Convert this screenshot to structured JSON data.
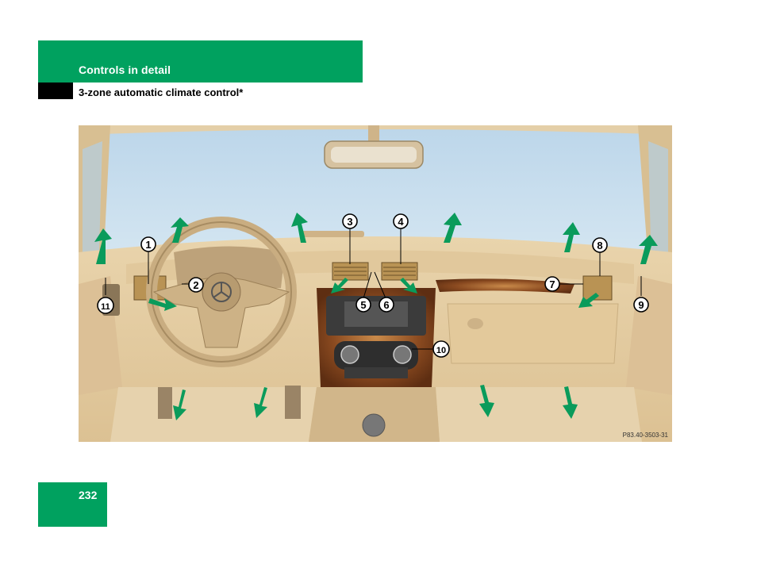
{
  "header": {
    "section": "Controls in detail",
    "subsection": "3-zone automatic climate control*"
  },
  "figure": {
    "code": "P83.40-3503-31",
    "callouts": [
      "1",
      "2",
      "3",
      "4",
      "5",
      "6",
      "7",
      "8",
      "9",
      "10",
      "11"
    ]
  },
  "footer": {
    "page_number": "232"
  },
  "colors": {
    "brand_green": "#00a15f",
    "arrow_green": "#0a9b5b",
    "windshield": "#c6dcec",
    "dashboard": "#e6cfa6"
  }
}
